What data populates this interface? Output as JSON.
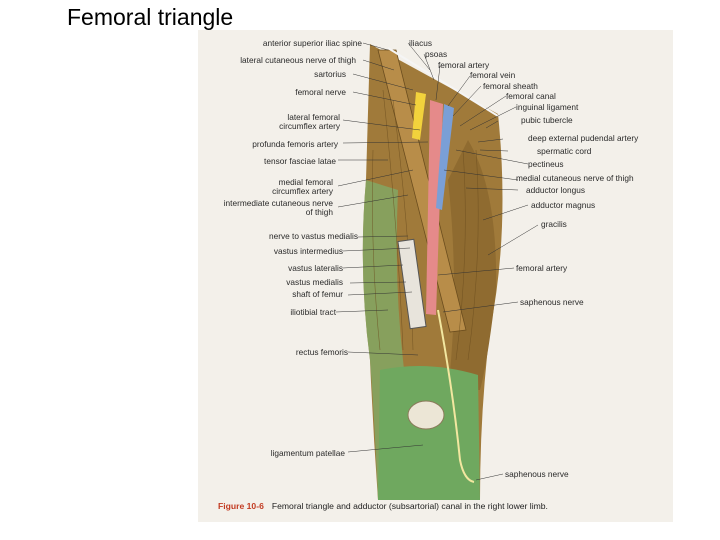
{
  "title": "Femoral triangle",
  "figure": {
    "caption_number": "Figure 10-6",
    "caption_text": "Femoral triangle and adductor (subsartorial) canal in the right lower limb.",
    "labels_left": [
      "anterior superior iliac spine",
      "lateral cutaneous nerve of thigh",
      "sartorius",
      "femoral nerve",
      "lateral femoral",
      "circumflex artery",
      "profunda femoris artery",
      "tensor fasciae latae",
      "medial femoral",
      "circumflex artery",
      "intermediate cutaneous nerve",
      "of thigh",
      "nerve to vastus medialis",
      "vastus intermedius",
      "vastus lateralis",
      "vastus medialis",
      "shaft of femur",
      "iliotibial tract",
      "rectus femoris",
      "ligamentum patellae"
    ],
    "labels_right": [
      "iliacus",
      "psoas",
      "femoral artery",
      "femoral vein",
      "femoral sheath",
      "femoral canal",
      "inguinal ligament",
      "pubic tubercle",
      "deep external pudendal artery",
      "spermatic cord",
      "pectineus",
      "medial cutaneous nerve of thigh",
      "adductor longus",
      "adductor magnus",
      "gracilis",
      "femoral artery",
      "saphenous nerve",
      "saphenous nerve"
    ]
  },
  "colors": {
    "muscle": "#a07a3a",
    "muscle_dark": "#7d5a26",
    "fascia": "#7fae6a",
    "artery": "#e58a8a",
    "vein": "#7a9fd6",
    "nerve": "#f2d23c",
    "bone": "#e8e4dc"
  }
}
